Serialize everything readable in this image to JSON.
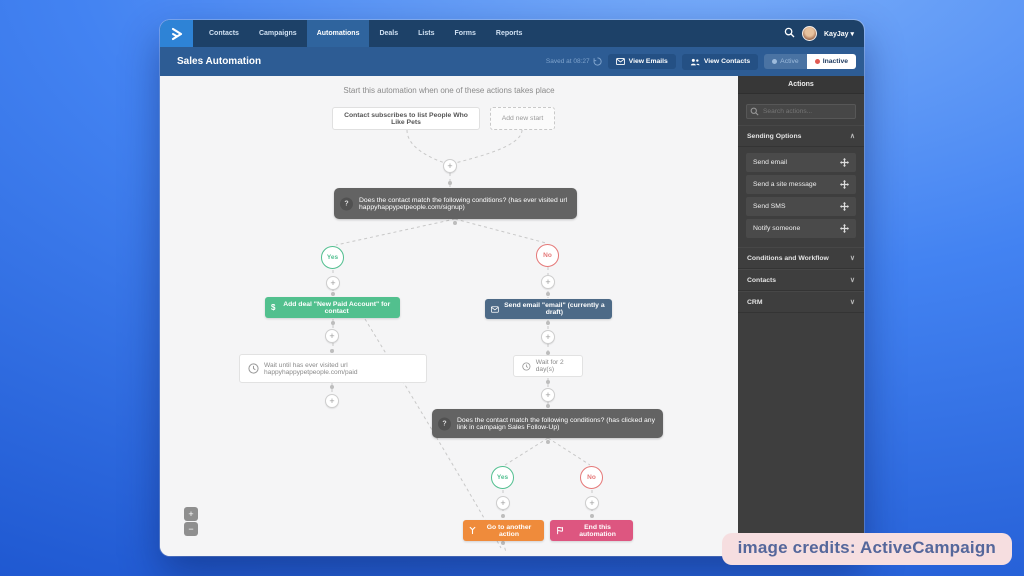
{
  "symbols": {
    "plus": "+",
    "minus": "−",
    "caret": "▾",
    "question": "?",
    "dollar": "$",
    "chevron_up": "∧",
    "chevron_down": "∨"
  },
  "nav": {
    "tabs": [
      "Contacts",
      "Campaigns",
      "Automations",
      "Deals",
      "Lists",
      "Forms",
      "Reports"
    ],
    "user": "KayJay"
  },
  "toolbar": {
    "title": "Sales Automation",
    "saved": "Saved at 08:27",
    "view_emails": "View Emails",
    "view_contacts": "View Contacts",
    "active_label": "Active",
    "inactive_label": "Inactive"
  },
  "flow": {
    "heading": "Start this automation when one of these actions takes place",
    "start_trigger": "Contact subscribes to list People Who Like Pets",
    "add_new_start": "Add new start",
    "condition1": "Does the contact match the following conditions? (has ever visited url happyhappypetpeople.com/signup)",
    "yes": "Yes",
    "no": "No",
    "add_deal": "Add deal \"New Paid Account\" for contact",
    "wait_until": "Wait until has ever visited url happyhappypetpeople.com/paid",
    "send_email": "Send email \"email\" (currently a draft)",
    "wait_for": "Wait for 2 day(s)",
    "condition2": "Does the contact match the following conditions? (has clicked any link in campaign Sales Follow-Up)",
    "go_to_action": "Go to another action",
    "end_automation": "End this automation"
  },
  "sidebar": {
    "title": "Actions",
    "search_placeholder": "Search actions...",
    "sections": [
      {
        "label": "Sending Options",
        "expanded": true
      },
      {
        "label": "Conditions and Workflow",
        "expanded": false
      },
      {
        "label": "Contacts",
        "expanded": false
      },
      {
        "label": "CRM",
        "expanded": false
      }
    ],
    "items": [
      "Send email",
      "Send a site message",
      "Send SMS",
      "Notify someone"
    ]
  },
  "credits": {
    "text": "image credits: ActiveCampaign"
  },
  "colors": {
    "green": "#52c08e",
    "red": "#e57878",
    "orange": "#ef8b3b",
    "pink": "#dd5680",
    "slate": "#4d6a87",
    "condition_gray": "#636363",
    "brand_blue": "#2e83d6"
  }
}
